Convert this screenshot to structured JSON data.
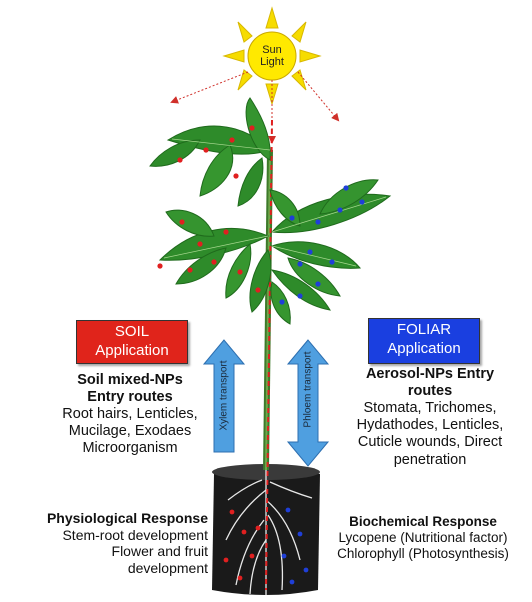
{
  "sun": {
    "line1": "Sun",
    "line2": "Light"
  },
  "soil": {
    "box_line1": "SOIL",
    "box_line2": "Application",
    "box_color": "#e0241b",
    "heading_line1": "Soil mixed-NPs",
    "heading_line2": "Entry routes",
    "routes": [
      "Root hairs, Lenticles,",
      "Mucilage, Exodaes",
      "Microorganism"
    ]
  },
  "foliar": {
    "box_line1": "FOLIAR",
    "box_line2": "Application",
    "box_color": "#1a3fe0",
    "heading_line1": "Aerosol-NPs Entry",
    "heading_line2": "routes",
    "routes": [
      "Stomata, Trichomes,",
      "Hydathodes, Lenticles,",
      "Cuticle wounds, Direct",
      "penetration"
    ]
  },
  "transport": {
    "xylem": "Xylem transport",
    "phloem": "Phloem transport",
    "arrow_color": "#4f9fe0"
  },
  "physiological": {
    "heading": "Physiological Response",
    "lines": [
      "Stem-root development",
      "Flower and fruit",
      "development"
    ]
  },
  "biochemical": {
    "heading": "Biochemical Response",
    "lines": [
      "Lycopene (Nutritional factor)",
      "Chlorophyll (Photosynthesis)"
    ]
  },
  "colors": {
    "sun_fill": "#ffe900",
    "sun_ray": "#f6dc00",
    "leaf": "#2e8b2a",
    "leaf_dark": "#1f6a1c",
    "soil": "#1a1a1a",
    "np_red": "#e02020",
    "np_blue": "#1f3fd8"
  }
}
